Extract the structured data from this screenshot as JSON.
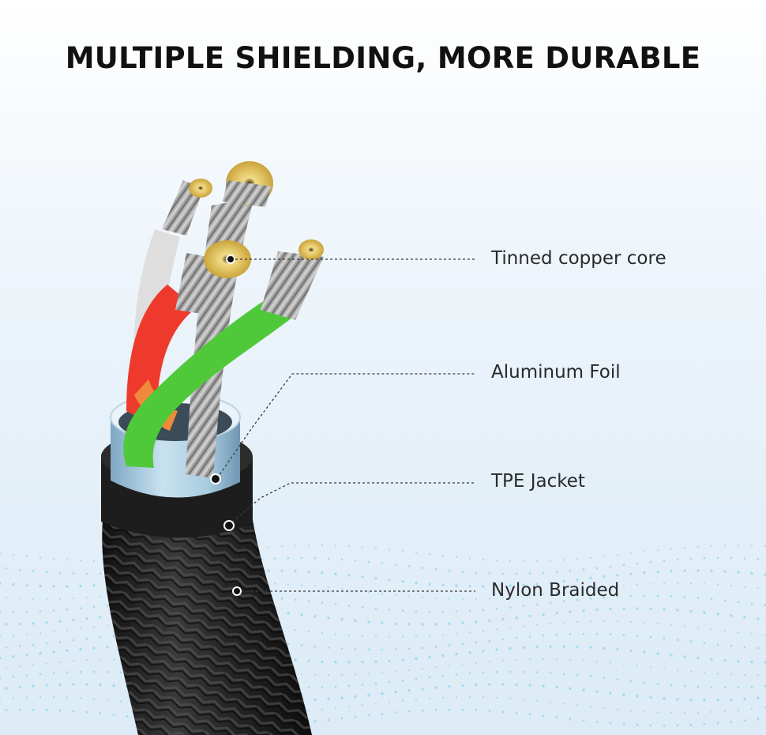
{
  "title": "MULTIPLE SHIELDING, MORE DURABLE",
  "callouts": [
    {
      "id": "tinned-copper-core",
      "label": "Tinned copper core"
    },
    {
      "id": "aluminum-foil",
      "label": "Aluminum Foil"
    },
    {
      "id": "tpe-jacket",
      "label": "TPE Jacket"
    },
    {
      "id": "nylon-braided",
      "label": "Nylon Braided"
    }
  ],
  "colors": {
    "wire_white": "#dcdcdc",
    "wire_red": "#ee3a2c",
    "wire_green": "#4fc93a",
    "wire_orange": "#f08a3a",
    "copper": "#e2c25a",
    "foil": "#9fc3da",
    "jacket": "#1c1c1c",
    "braid": "#2a2a2a"
  }
}
